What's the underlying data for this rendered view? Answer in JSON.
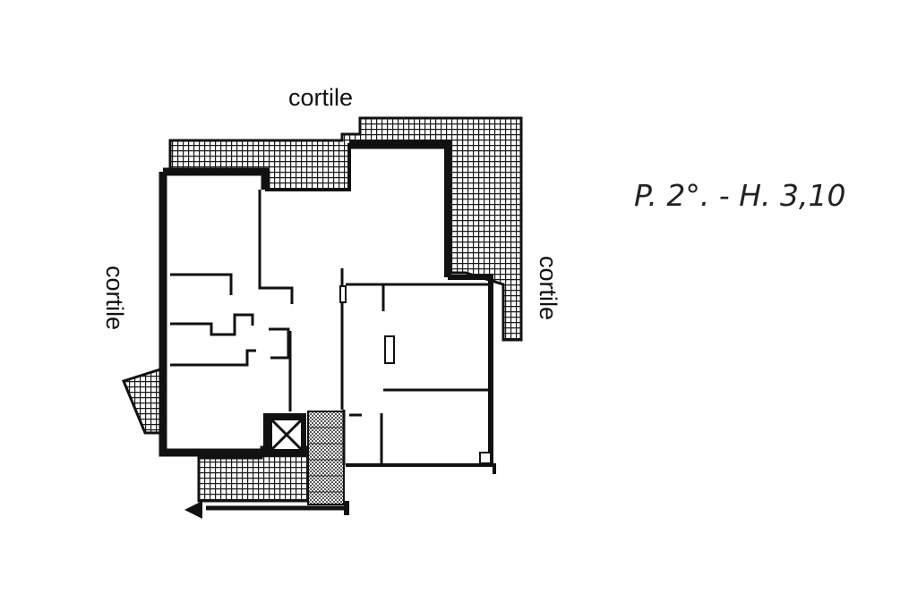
{
  "labels": {
    "courtyard_top": "cortile",
    "courtyard_left": "cortile",
    "courtyard_right": "cortile",
    "level_height": "P. 2°. - H. 3,10"
  },
  "colors": {
    "wall": "#111111",
    "terrace_hatch": "#1a1a1a",
    "stair_hatch": "#555555",
    "background": "#ffffff"
  }
}
